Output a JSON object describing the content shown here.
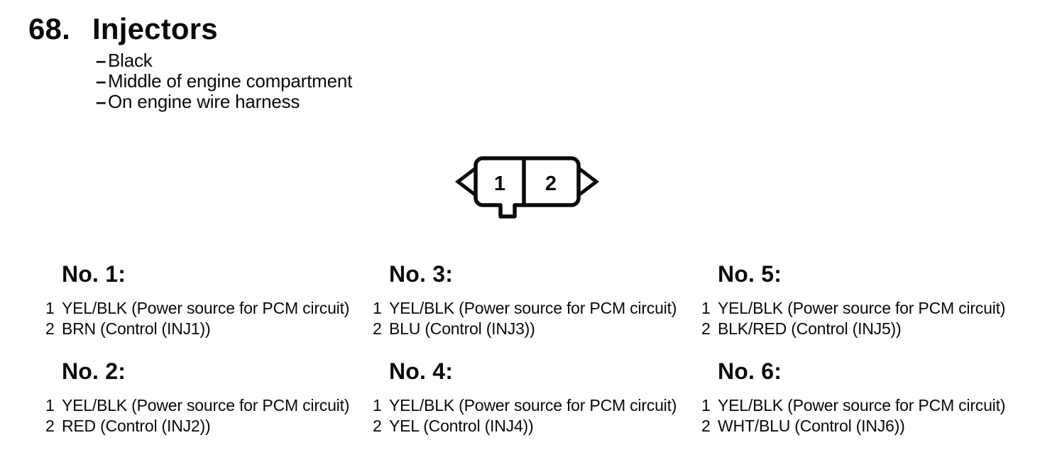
{
  "header": {
    "number": "68.",
    "title": "Injectors"
  },
  "notes": {
    "marker": "–",
    "items": [
      "Black",
      "Middle of engine compartment",
      "On engine wire harness"
    ]
  },
  "connector": {
    "pins": [
      "1",
      "2"
    ]
  },
  "injectors": [
    {
      "label": "No. 1:",
      "pins": [
        {
          "num": "1",
          "desc": "YEL/BLK (Power source for PCM circuit)"
        },
        {
          "num": "2",
          "desc": "BRN (Control (INJ1))"
        }
      ]
    },
    {
      "label": "No. 2:",
      "pins": [
        {
          "num": "1",
          "desc": "YEL/BLK (Power source for PCM circuit)"
        },
        {
          "num": "2",
          "desc": "RED (Control (INJ2))"
        }
      ]
    },
    {
      "label": "No. 3:",
      "pins": [
        {
          "num": "1",
          "desc": "YEL/BLK (Power source for PCM circuit)"
        },
        {
          "num": "2",
          "desc": "BLU (Control (INJ3))"
        }
      ]
    },
    {
      "label": "No. 4:",
      "pins": [
        {
          "num": "1",
          "desc": "YEL/BLK (Power source for PCM circuit)"
        },
        {
          "num": "2",
          "desc": "YEL (Control (INJ4))"
        }
      ]
    },
    {
      "label": "No. 5:",
      "pins": [
        {
          "num": "1",
          "desc": "YEL/BLK (Power source for PCM circuit)"
        },
        {
          "num": "2",
          "desc": "BLK/RED (Control (INJ5))"
        }
      ]
    },
    {
      "label": "No. 6:",
      "pins": [
        {
          "num": "1",
          "desc": "YEL/BLK (Power source for PCM circuit)"
        },
        {
          "num": "2",
          "desc": "WHT/BLU (Control (INJ6))"
        }
      ]
    }
  ],
  "colors": {
    "ink": "#0a0a0a",
    "paper": "#ffffff"
  }
}
